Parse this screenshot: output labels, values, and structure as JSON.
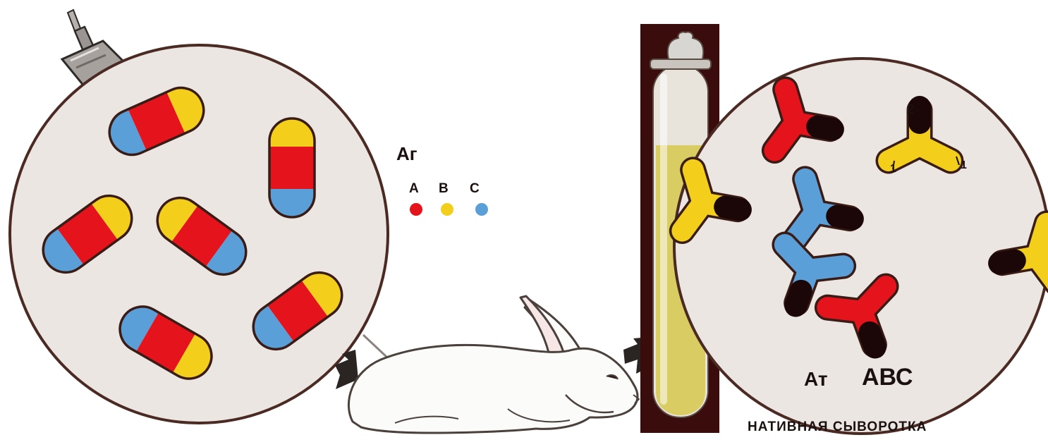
{
  "labels": {
    "antigen": "Аг",
    "antigen_a": "А",
    "antigen_b": "В",
    "antigen_c": "С",
    "antibody": "Ат",
    "antibody_abc": "АВС",
    "native_serum": "НАТИВНАЯ СЫВОРОТКА",
    "site_2": "2",
    "site_1_left": "1",
    "site_1_right": "1"
  },
  "colors": {
    "antigen_a": "#e5131b",
    "antigen_b": "#f3cf1c",
    "antigen_c": "#5b9fd8",
    "antibody_fc": "#1b0707",
    "outline": "#4a2a22",
    "circle_fill": "#ece6e3",
    "serum": "#d9cc62"
  },
  "legend": [
    {
      "label_key": "antigen_a",
      "color": "#e5131b"
    },
    {
      "label_key": "antigen_b",
      "color": "#f3cf1c"
    },
    {
      "label_key": "antigen_c",
      "color": "#5b9fd8"
    }
  ]
}
